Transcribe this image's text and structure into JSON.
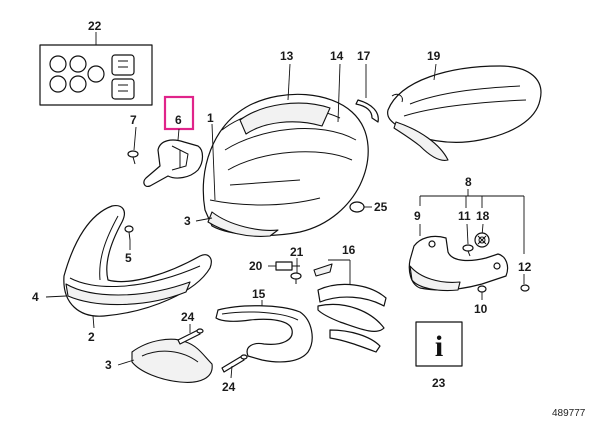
{
  "callouts": {
    "c1": "1",
    "c2": "2",
    "c3a": "3",
    "c3b": "3",
    "c4": "4",
    "c5": "5",
    "c6": "6",
    "c7": "7",
    "c8": "8",
    "c9": "9",
    "c10": "10",
    "c11": "11",
    "c12": "12",
    "c13": "13",
    "c14": "14",
    "c15": "15",
    "c16": "16",
    "c17": "17",
    "c18": "18",
    "c19": "19",
    "c20": "20",
    "c21": "21",
    "c22": "22",
    "c23": "23",
    "c24a": "24",
    "c24b": "24",
    "c25": "25"
  },
  "info_glyph": "i",
  "diagram_ref": "489777",
  "highlight_color": "#e0248a"
}
